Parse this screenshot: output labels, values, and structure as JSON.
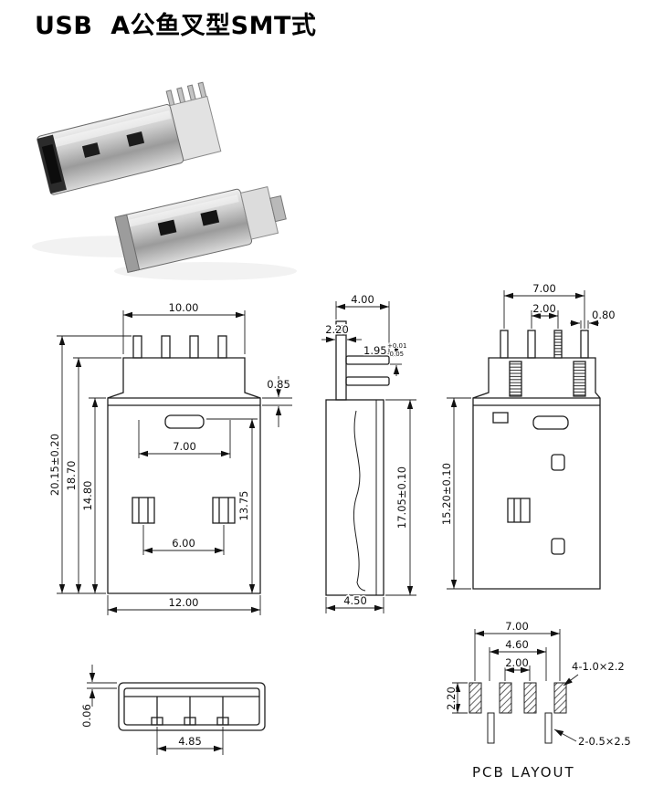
{
  "page": {
    "title": "USB  A公鱼叉型SMT式"
  },
  "colors": {
    "line": "#1f1f1f",
    "background": "#ffffff"
  },
  "front_view": {
    "shoulder_width": "10.00",
    "lip_height": "0.85",
    "tongue_width": "7.00",
    "hole_pitch": "6.00",
    "body_width": "12.00",
    "overall_height": "20.15±0.20",
    "shoulder_height": "18.70",
    "shell_height": "14.80",
    "inner_height": "13.75"
  },
  "side_view": {
    "depth": "4.00",
    "lip_offset": "2.20",
    "pin_thickness": "1.95",
    "pin_tol_plus": "+0.01",
    "pin_tol_minus": "-0.05",
    "shell_height": "17.05±0.10",
    "base_depth": "4.50"
  },
  "rear_view": {
    "pin_span": "7.00",
    "pin_pitch": "2.00",
    "pin_width": "0.80",
    "shell_height": "15.20±0.10"
  },
  "bottom_view": {
    "shell_gap": "0.06",
    "slot_width": "4.85"
  },
  "pcb_layout": {
    "title": "PCB LAYOUT",
    "pad_span": "7.00",
    "inner_span": "4.60",
    "pad_pitch": "2.00",
    "pad_offset": "2.20",
    "pad_spec": "4-1.0×2.2",
    "slot_spec": "2-0.5×2.5"
  }
}
